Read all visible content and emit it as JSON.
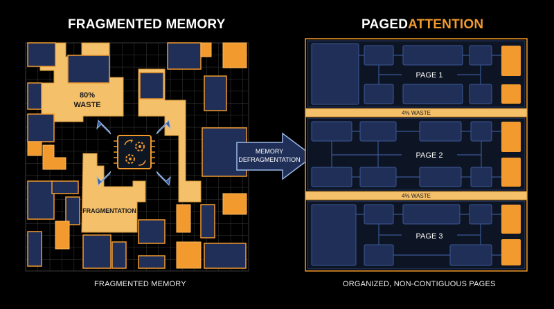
{
  "left": {
    "title": "FRAGMENTED MEMORY",
    "waste_label_line1": "80%",
    "waste_label_line2": "WASTE",
    "fragmentation_label": "FRAGMENTATION",
    "caption": "FRAGMENTED MEMORY"
  },
  "arrow": {
    "line1": "MEMORY",
    "line2": "DEFRAGMENTATION"
  },
  "right": {
    "title_part1": "PAGED",
    "title_part2": "ATTENTION",
    "pages": [
      "PAGE 1",
      "PAGE 2",
      "PAGE 3"
    ],
    "waste_bars": [
      "4% WASTE",
      "4% WASTE"
    ],
    "caption": "ORGANIZED, NON-CONTIGUOUS PAGES"
  },
  "colors": {
    "orange": "#f29a2e",
    "tan": "#f5c06a",
    "navy": "#1f2f57",
    "grid": "#3a3a3a",
    "pageBg": "#0d1424"
  },
  "icons": {
    "center": "chip-gears-icon"
  }
}
